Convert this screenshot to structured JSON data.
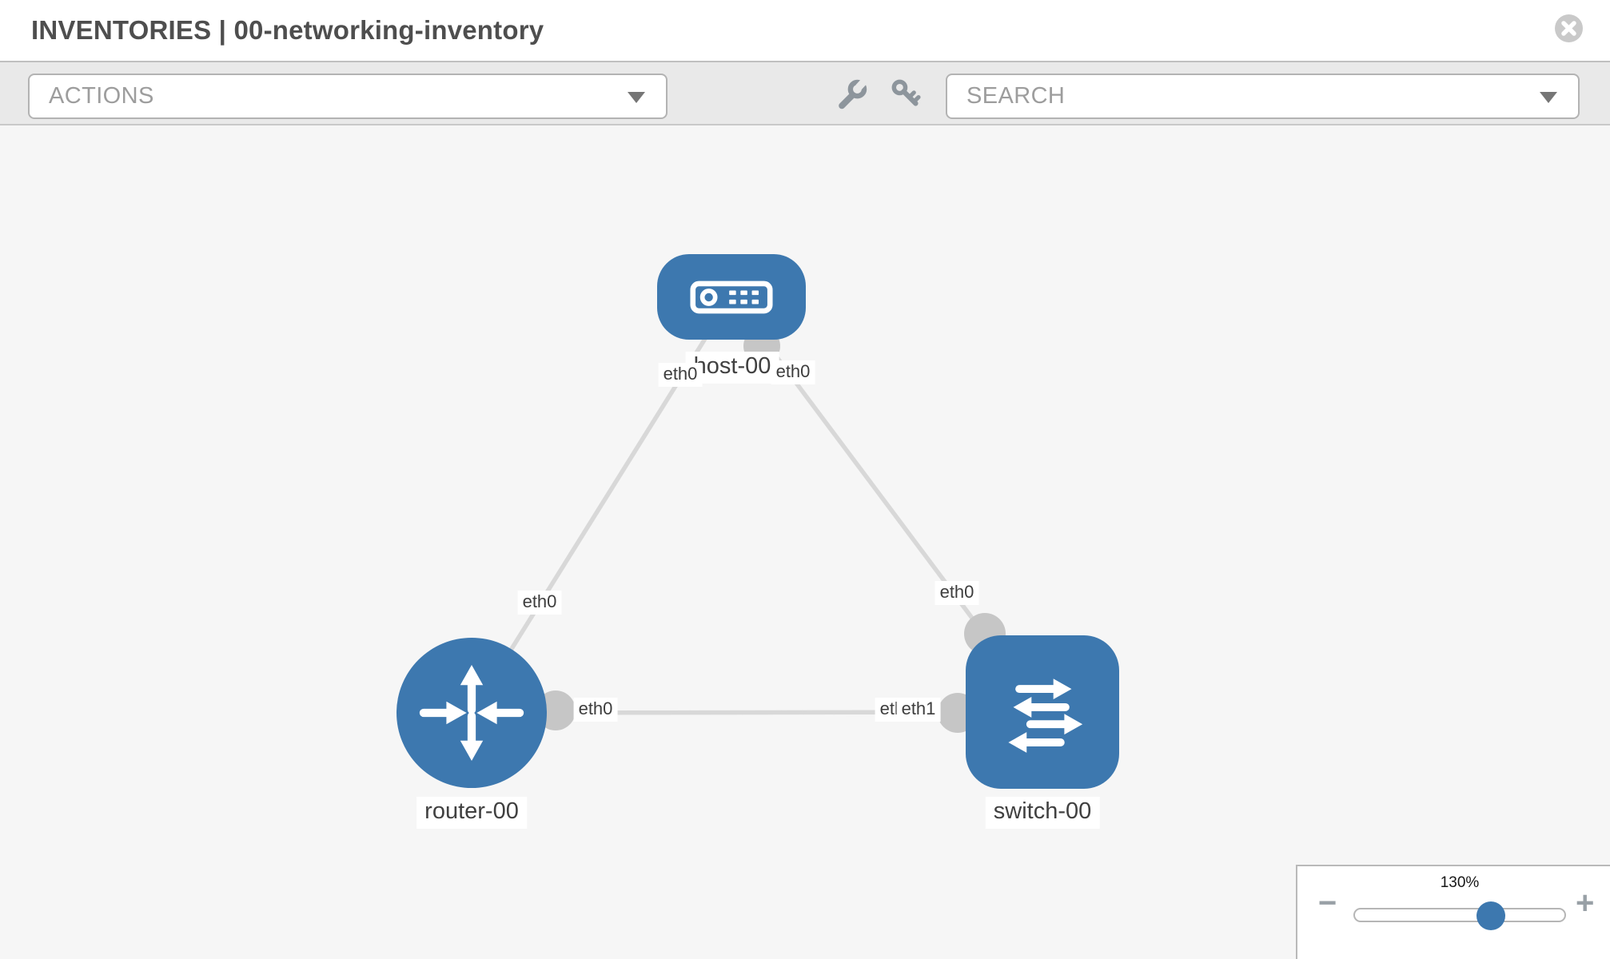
{
  "header": {
    "title": "INVENTORIES | 00-networking-inventory"
  },
  "toolbar": {
    "actions_label": "ACTIONS",
    "search_label": "SEARCH",
    "icons": [
      "wrench-icon",
      "key-icon"
    ]
  },
  "topology": {
    "nodes": [
      {
        "label": "host-00",
        "type": "host",
        "shape": "rounded-rect",
        "color": "#3d78af"
      },
      {
        "label": "router-00",
        "type": "router",
        "shape": "circle",
        "color": "#3d78af"
      },
      {
        "label": "switch-00",
        "type": "switch",
        "shape": "rounded-square",
        "color": "#3d78af"
      }
    ],
    "links": [
      {
        "from": "host-00",
        "to": "router-00"
      },
      {
        "from": "host-00",
        "to": "switch-00"
      },
      {
        "from": "router-00",
        "to": "switch-00"
      }
    ],
    "iface_labels": [
      {
        "position": "host-left",
        "text": "eth0"
      },
      {
        "position": "host-right",
        "text": "eth0"
      },
      {
        "position": "router-top",
        "text": "eth0"
      },
      {
        "position": "switch-top",
        "text": "eth0"
      },
      {
        "position": "router-right",
        "text": "eth0"
      },
      {
        "position": "switch-left-back",
        "text": "eth0"
      },
      {
        "position": "switch-left-front",
        "text": "eth1"
      }
    ]
  },
  "zoom": {
    "level": "130%",
    "zoom_out_symbol": "−",
    "zoom_in_symbol": "+"
  },
  "colors": {
    "node_blue": "#3d78af",
    "link_gray": "#d8d8d8",
    "port_gray": "#c6c6c6",
    "toolbar_gray": "#e9e9e9",
    "canvas_gray": "#f6f6f6"
  }
}
